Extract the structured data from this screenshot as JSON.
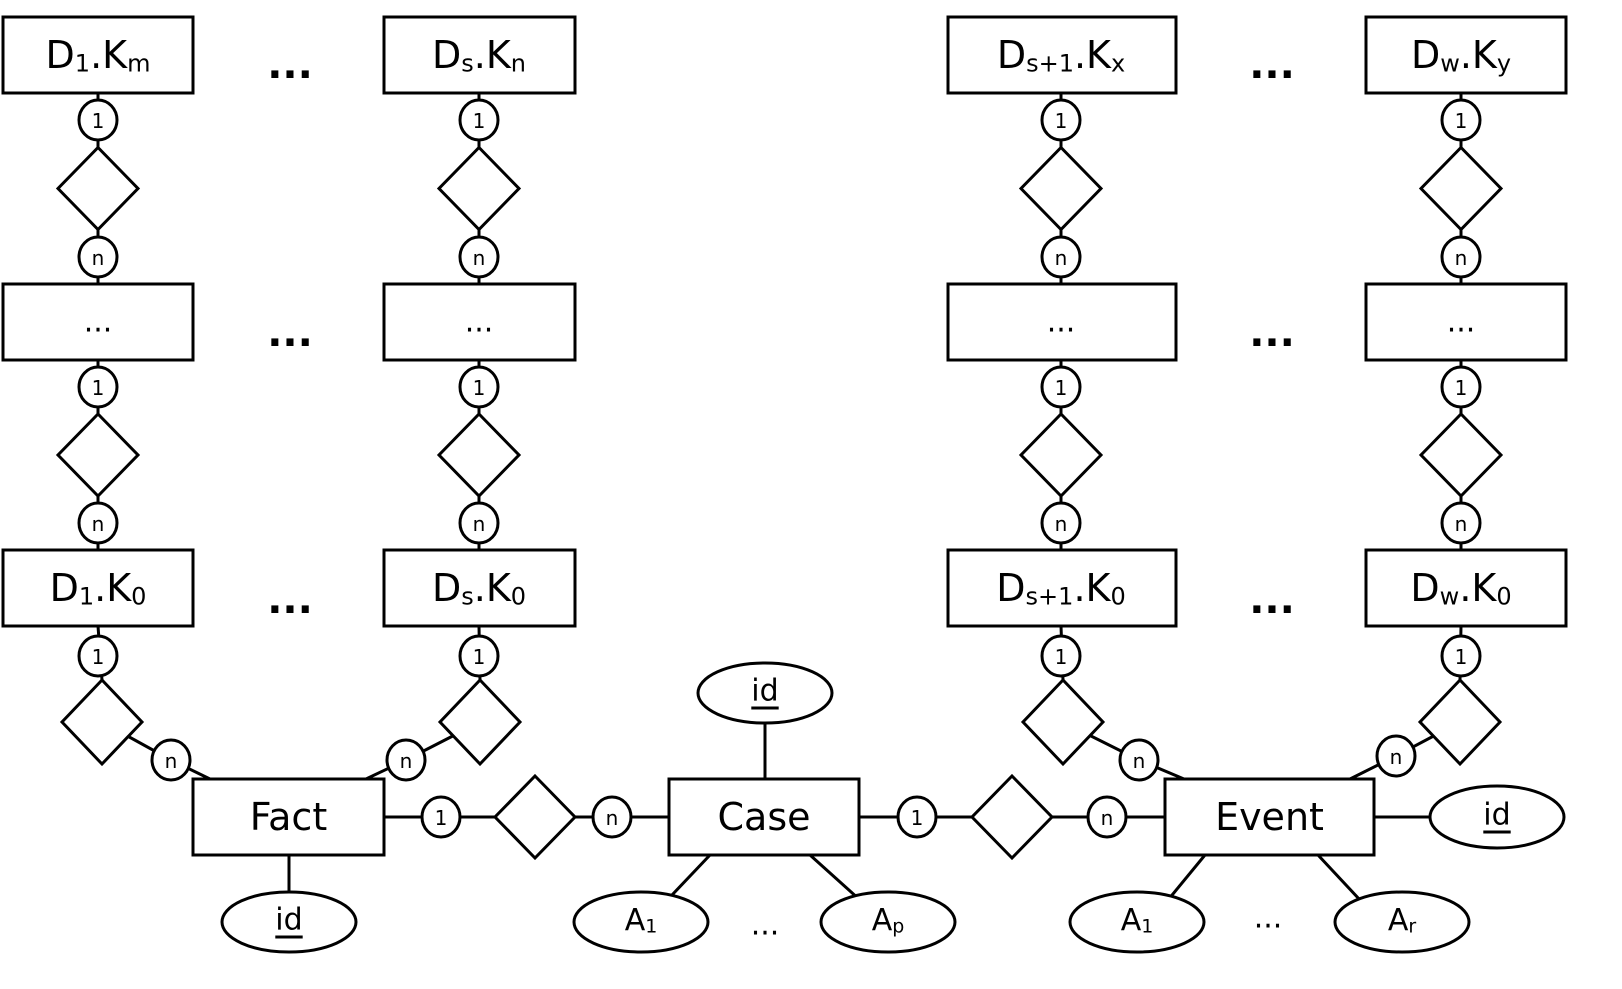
{
  "diagram": {
    "type": "entity-relationship",
    "dimension_chains": [
      {
        "id": "d1",
        "top": {
          "main": "D",
          "sub1": "1",
          "mid": ".K",
          "sub2": "m"
        },
        "middle": "...",
        "bottom": {
          "main": "D",
          "sub1": "1",
          "mid": ".K",
          "sub2": "0"
        }
      },
      {
        "id": "ds",
        "top": {
          "main": "D",
          "sub1": "s",
          "mid": ".K",
          "sub2": "n"
        },
        "middle": "...",
        "bottom": {
          "main": "D",
          "sub1": "s",
          "mid": ".K",
          "sub2": "0"
        }
      },
      {
        "id": "ds1",
        "top": {
          "main": "D",
          "sub1": "s+1",
          "mid": ".K",
          "sub2": "x"
        },
        "middle": "...",
        "bottom": {
          "main": "D",
          "sub1": "s+1",
          "mid": ".K",
          "sub2": "0"
        }
      },
      {
        "id": "dw",
        "top": {
          "main": "D",
          "sub1": "w",
          "mid": ".K",
          "sub2": "y"
        },
        "middle": "...",
        "bottom": {
          "main": "D",
          "sub1": "w",
          "mid": ".K",
          "sub2": "0"
        }
      }
    ],
    "gap_ellipsis": "...",
    "cardinality_one": "1",
    "cardinality_many": "n",
    "entities": {
      "fact": "Fact",
      "case": "Case",
      "event": "Event"
    },
    "attributes": {
      "fact_id": "id",
      "case_id": "id",
      "event_id": "id",
      "case_a1": {
        "main": "A",
        "sub": "1"
      },
      "case_ap": {
        "main": "A",
        "sub": "p"
      },
      "event_a1": {
        "main": "A",
        "sub": "1"
      },
      "event_ar": {
        "main": "A",
        "sub": "r"
      },
      "attr_ellipsis": "..."
    },
    "relationships": [
      {
        "from": "Fact",
        "to": "Case",
        "from_card": "1",
        "to_card": "n"
      },
      {
        "from": "Case",
        "to": "Event",
        "from_card": "1",
        "to_card": "n"
      },
      {
        "from": "D1.K0",
        "to": "Fact",
        "from_card": "1",
        "to_card": "n"
      },
      {
        "from": "Ds.K0",
        "to": "Fact",
        "from_card": "1",
        "to_card": "n"
      },
      {
        "from": "Ds+1.K0",
        "to": "Event",
        "from_card": "1",
        "to_card": "n"
      },
      {
        "from": "Dw.K0",
        "to": "Event",
        "from_card": "1",
        "to_card": "n"
      }
    ]
  }
}
